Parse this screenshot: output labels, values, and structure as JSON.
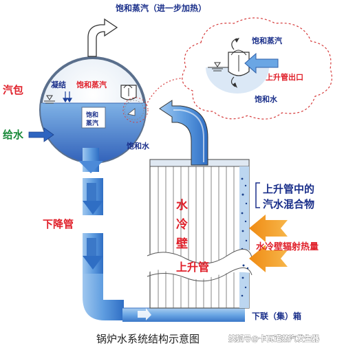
{
  "labels": {
    "top_steam": "饱和蒸汽（进一步加热）",
    "drum": "汽包",
    "condense": "凝结",
    "sat_steam_drum": "饱和蒸汽",
    "sat_steam_inner_1": "饱和",
    "sat_steam_inner_2": "蒸汽",
    "feed_water": "给水",
    "sat_water": "饱和水",
    "downcomer": "下降管",
    "water_wall_1": "水",
    "water_wall_2": "冷",
    "water_wall_3": "壁",
    "riser": "上升管",
    "riser_mix_1": "上升管中的",
    "riser_mix_2": "汽水混合物",
    "radiant_heat": "水冷壁辐射热量",
    "lower_header": "下联（集）箱",
    "bubble_steam": "饱和蒸汽",
    "riser_outlet": "上升管出口",
    "bubble_water": "饱和水",
    "caption": "锅炉水系统结构示意图",
    "watermark": "搜狐号@卡瓦诺蒸汽发生器"
  },
  "colors": {
    "label_red": "#e0202a",
    "label_blue": "#1a2f8a",
    "label_green": "#1a8a3a",
    "pipe_blue": "#5c9ee0",
    "arrow_orange": "#f39a1d",
    "cloud_border": "#d53a3a"
  }
}
